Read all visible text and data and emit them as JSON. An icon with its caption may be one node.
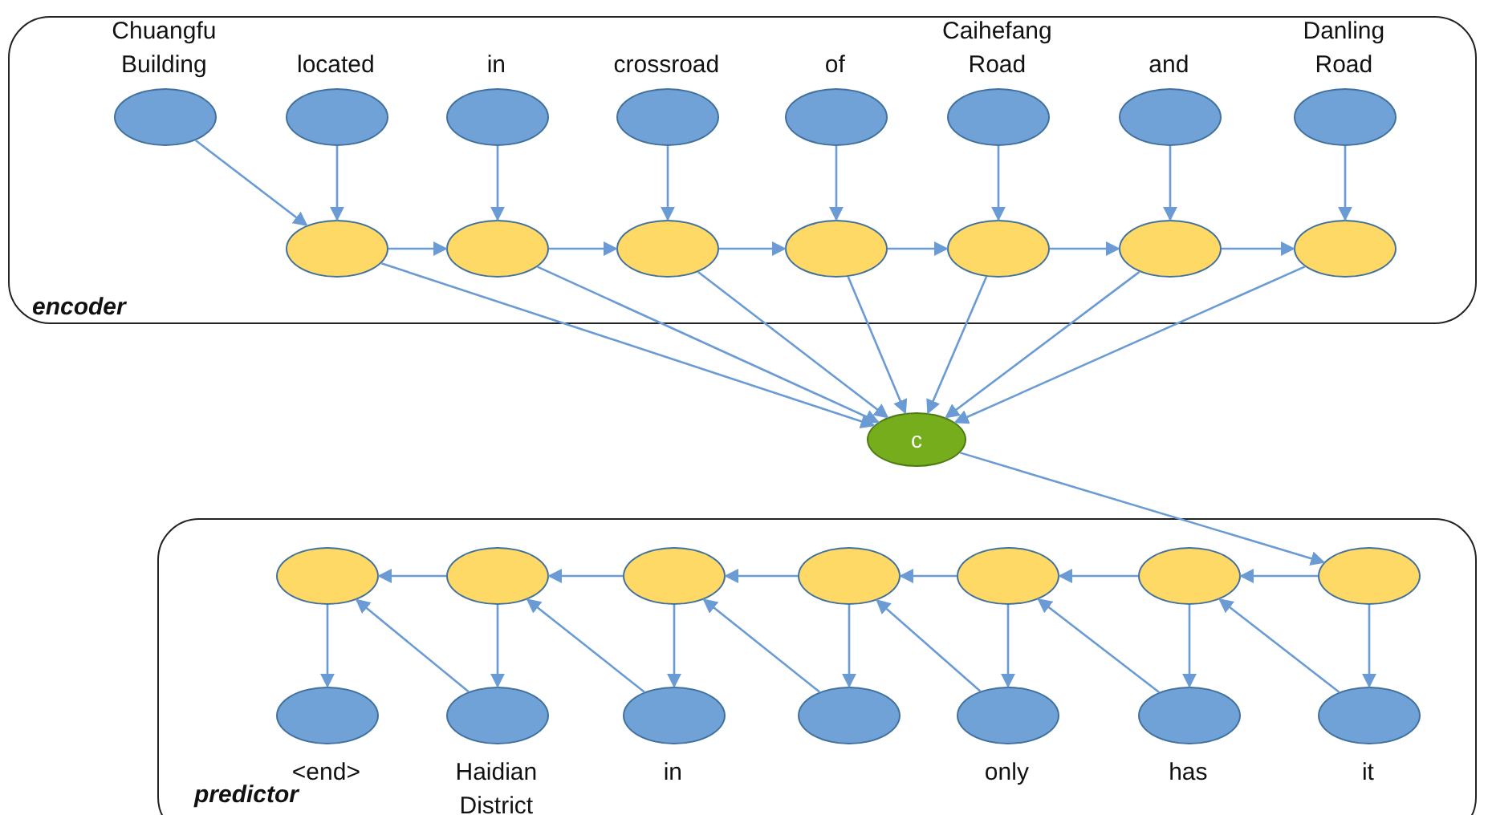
{
  "diagram": {
    "nodes": [
      {
        "text": [
          "encoder"
        ]
      },
      {
        "text": [],
        "shape": "ellipse",
        "in": 0,
        "beside": [
          "Chuangfu Building"
        ]
      },
      {
        "text": [],
        "shape": "ellipse",
        "in": 0,
        "beside": [
          "located"
        ]
      },
      {
        "text": [],
        "shape": "ellipse",
        "in": 0,
        "beside": [
          "in"
        ]
      },
      {
        "text": [],
        "shape": "ellipse",
        "in": 0,
        "beside": [
          "crossroad"
        ]
      },
      {
        "text": [],
        "shape": "ellipse",
        "in": 0,
        "beside": [
          "of"
        ]
      },
      {
        "text": [],
        "shape": "ellipse",
        "in": 0,
        "beside": [
          "Caihefang Road"
        ]
      },
      {
        "text": [],
        "shape": "ellipse",
        "in": 0,
        "beside": [
          "and"
        ]
      },
      {
        "text": [],
        "shape": "ellipse",
        "in": 0,
        "beside": [
          "Danling Road"
        ]
      },
      {
        "text": [],
        "shape": "ellipse",
        "in": 0
      },
      {
        "text": [],
        "shape": "ellipse",
        "in": 0
      },
      {
        "text": [],
        "shape": "ellipse",
        "in": 0
      },
      {
        "text": [],
        "shape": "ellipse",
        "in": 0
      },
      {
        "text": [],
        "shape": "ellipse",
        "in": 0
      },
      {
        "text": [],
        "shape": "ellipse",
        "in": 0
      },
      {
        "text": [],
        "shape": "ellipse",
        "in": 0
      },
      {
        "text": [
          "c"
        ]
      },
      {
        "text": [
          "predictor"
        ]
      },
      {
        "text": [],
        "shape": "ellipse",
        "in": 17
      },
      {
        "text": [],
        "shape": "ellipse",
        "in": 17
      },
      {
        "text": [],
        "shape": "ellipse",
        "in": 17
      },
      {
        "text": [],
        "shape": "ellipse",
        "in": 17
      },
      {
        "text": [],
        "shape": "ellipse",
        "in": 17
      },
      {
        "text": [],
        "shape": "ellipse",
        "in": 17
      },
      {
        "text": [],
        "shape": "ellipse",
        "in": 17
      },
      {
        "text": [],
        "shape": "ellipse",
        "in": 17,
        "beside": [
          "<end>"
        ]
      },
      {
        "text": [],
        "shape": "ellipse",
        "in": 17,
        "beside": [
          "Haidian District"
        ]
      },
      {
        "text": [],
        "shape": "ellipse",
        "in": 17,
        "beside": [
          "in"
        ]
      },
      {
        "text": [],
        "shape": "ellipse",
        "in": 17
      },
      {
        "text": [],
        "shape": "ellipse",
        "in": 17,
        "beside": [
          "only"
        ]
      },
      {
        "text": [],
        "shape": "ellipse",
        "in": 17,
        "beside": [
          "has"
        ]
      },
      {
        "text": [],
        "shape": "ellipse",
        "in": 17,
        "beside": [
          "it"
        ]
      }
    ],
    "edges": [
      {
        "from": 1,
        "to": 9,
        "arrow": "to"
      },
      {
        "from": 2,
        "to": 9,
        "arrow": "to"
      },
      {
        "from": 3,
        "to": 10,
        "arrow": "to"
      },
      {
        "from": 4,
        "to": 11,
        "arrow": "to"
      },
      {
        "from": 5,
        "to": 12,
        "arrow": "to"
      },
      {
        "from": 6,
        "to": 13,
        "arrow": "to"
      },
      {
        "from": 7,
        "to": 14,
        "arrow": "to"
      },
      {
        "from": 8,
        "to": 15,
        "arrow": "to"
      },
      {
        "from": 9,
        "to": 10,
        "arrow": "to"
      },
      {
        "from": 10,
        "to": 11,
        "arrow": "to"
      },
      {
        "from": 11,
        "to": 12,
        "arrow": "to"
      },
      {
        "from": 12,
        "to": 13,
        "arrow": "to"
      },
      {
        "from": 13,
        "to": 14,
        "arrow": "to"
      },
      {
        "from": 14,
        "to": 15,
        "arrow": "to"
      },
      {
        "from": 9,
        "to": 16,
        "arrow": "to"
      },
      {
        "from": 10,
        "to": 16,
        "arrow": "to"
      },
      {
        "from": 11,
        "to": 16,
        "arrow": "to"
      },
      {
        "from": 12,
        "to": 16,
        "arrow": "to"
      },
      {
        "from": 13,
        "to": 16,
        "arrow": "to"
      },
      {
        "from": 14,
        "to": 16,
        "arrow": "to"
      },
      {
        "from": 15,
        "to": 16,
        "arrow": "to"
      },
      {
        "from": 16,
        "to": 24,
        "arrow": "to"
      },
      {
        "from": 24,
        "to": 23,
        "arrow": "to"
      },
      {
        "from": 23,
        "to": 22,
        "arrow": "to"
      },
      {
        "from": 22,
        "to": 21,
        "arrow": "to"
      },
      {
        "from": 21,
        "to": 20,
        "arrow": "to"
      },
      {
        "from": 20,
        "to": 19,
        "arrow": "to"
      },
      {
        "from": 19,
        "to": 18,
        "arrow": "to"
      },
      {
        "from": 18,
        "to": 25,
        "arrow": "to"
      },
      {
        "from": 19,
        "to": 26,
        "arrow": "to"
      },
      {
        "from": 20,
        "to": 27,
        "arrow": "to"
      },
      {
        "from": 21,
        "to": 28,
        "arrow": "to"
      },
      {
        "from": 22,
        "to": 29,
        "arrow": "to"
      },
      {
        "from": 23,
        "to": 30,
        "arrow": "to"
      },
      {
        "from": 24,
        "to": 31,
        "arrow": "to"
      },
      {
        "from": 26,
        "to": 18,
        "arrow": "to"
      },
      {
        "from": 27,
        "to": 19,
        "arrow": "to"
      },
      {
        "from": 28,
        "to": 20,
        "arrow": "to"
      },
      {
        "from": 29,
        "to": 21,
        "arrow": "to"
      },
      {
        "from": 30,
        "to": 22,
        "arrow": "to"
      },
      {
        "from": 31,
        "to": 23,
        "arrow": "to"
      }
    ]
  }
}
